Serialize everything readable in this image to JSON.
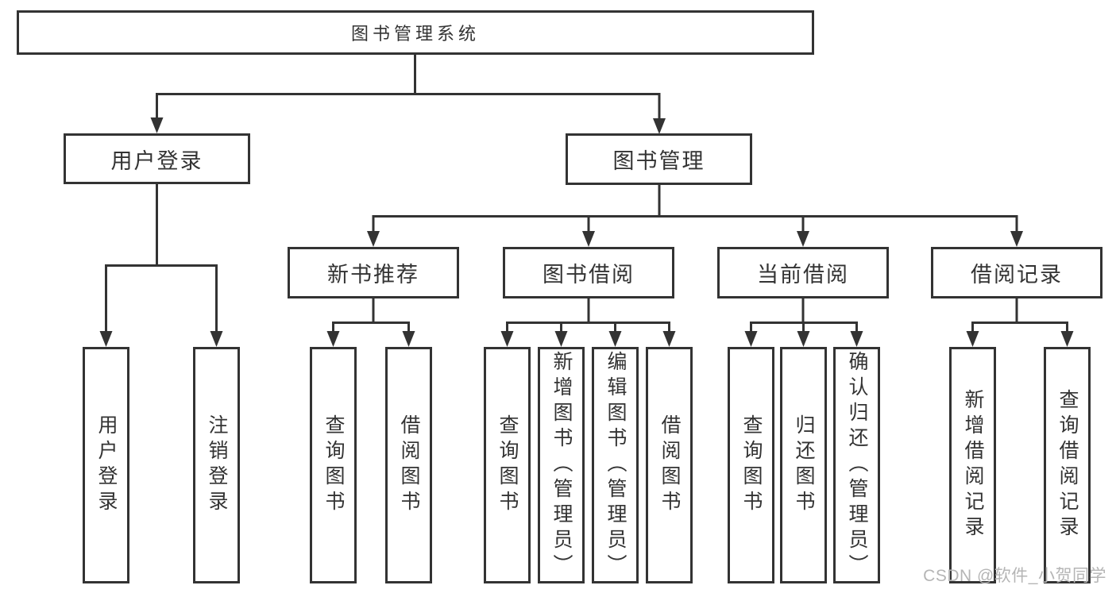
{
  "colors": {
    "line": "#333333",
    "box_border": "#333333",
    "text": "#333333",
    "watermark": "#b5b5b5",
    "background": "#ffffff"
  },
  "watermark": {
    "text": "CSDN @软件_小贺同学"
  },
  "tree": {
    "label": "图书管理系统",
    "children": [
      {
        "label": "用户登录",
        "children": [
          {
            "label": "用户登录"
          },
          {
            "label": "注销登录"
          }
        ]
      },
      {
        "label": "图书管理",
        "children": [
          {
            "label": "新书推荐",
            "children": [
              {
                "label": "查询图书"
              },
              {
                "label": "借阅图书"
              }
            ]
          },
          {
            "label": "图书借阅",
            "children": [
              {
                "label": "查询图书"
              },
              {
                "label": "新增图书（管理员）"
              },
              {
                "label": "编辑图书（管理员）"
              },
              {
                "label": "借阅图书"
              }
            ]
          },
          {
            "label": "当前借阅",
            "children": [
              {
                "label": "查询图书"
              },
              {
                "label": "归还图书"
              },
              {
                "label": "确认归还（管理员）"
              }
            ]
          },
          {
            "label": "借阅记录",
            "children": [
              {
                "label": "新增借阅记录"
              },
              {
                "label": "查询借阅记录"
              }
            ]
          }
        ]
      }
    ]
  }
}
